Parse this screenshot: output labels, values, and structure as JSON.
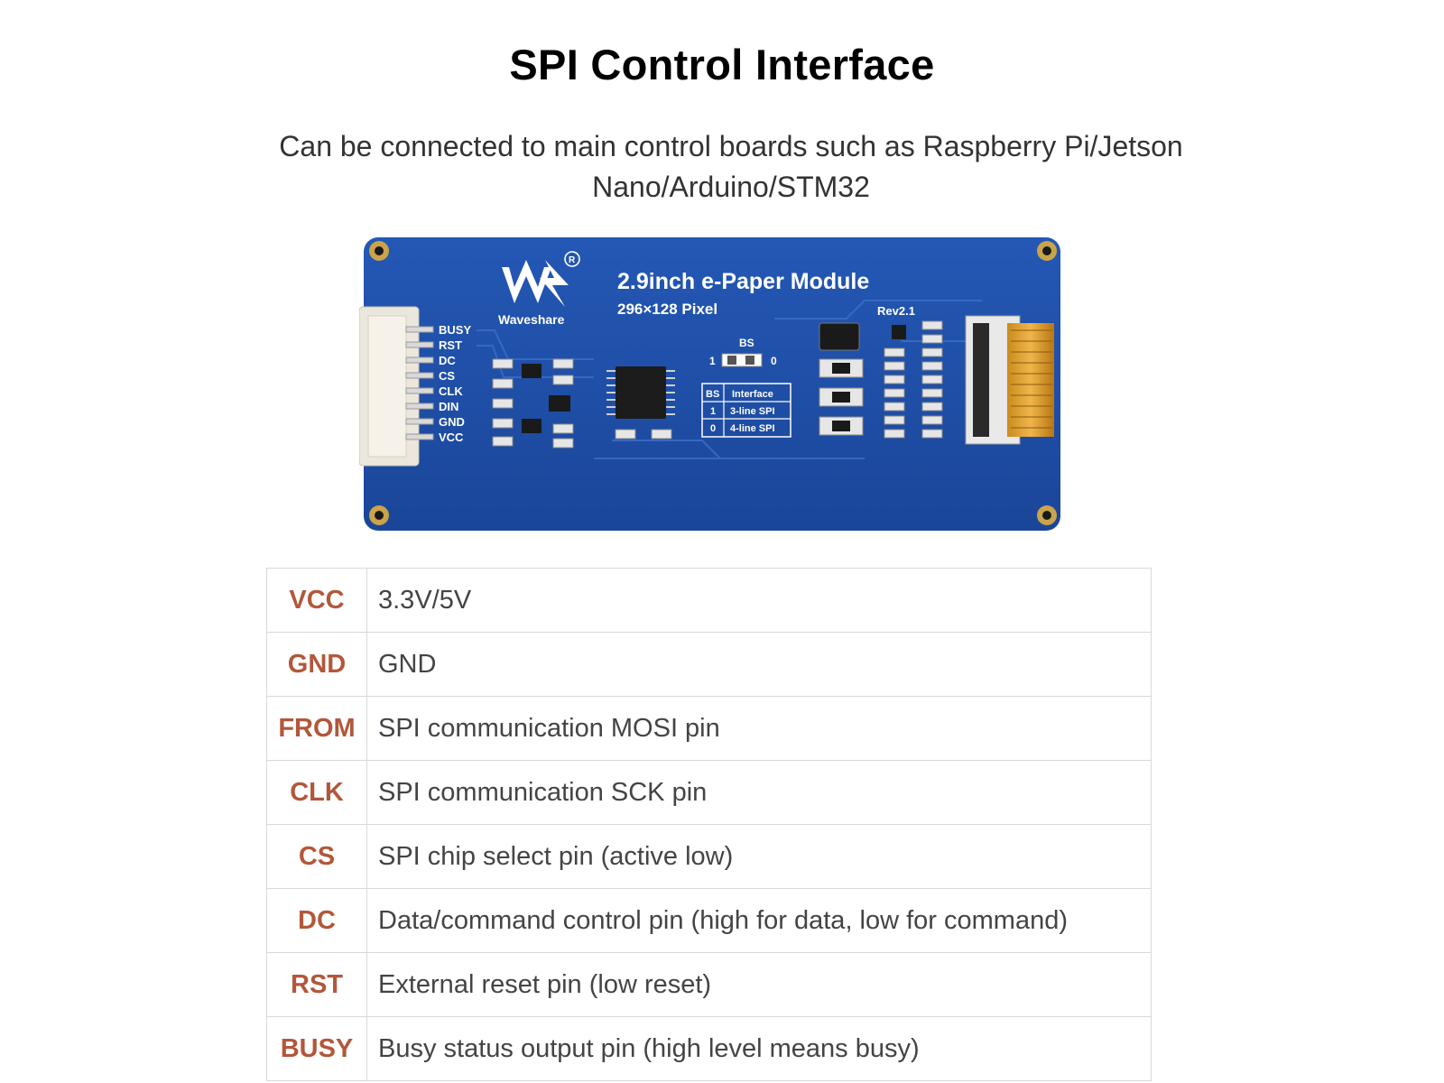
{
  "header": {
    "title": "SPI Control Interface",
    "subtitle": "Can be connected to main control boards such as Raspberry Pi/Jetson Nano/Arduino/STM32"
  },
  "board": {
    "brand": "Waveshare",
    "registered_mark": "R",
    "product_title": "2.9inch e-Paper Module",
    "resolution": "296×128 Pixel",
    "revision": "Rev2.1",
    "pin_labels": [
      "BUSY",
      "RST",
      "DC",
      "CS",
      "CLK",
      "DIN",
      "GND",
      "VCC"
    ],
    "bs_label": "BS",
    "bs_left": "1",
    "bs_right": "0",
    "bs_table": {
      "header": [
        "BS",
        "Interface"
      ],
      "rows": [
        [
          "1",
          "3-line SPI"
        ],
        [
          "0",
          "4-line SPI"
        ]
      ]
    },
    "pcb_color": "#1d4fa8"
  },
  "pins": [
    {
      "name": "VCC",
      "desc": "3.3V/5V"
    },
    {
      "name": "GND",
      "desc": "GND"
    },
    {
      "name": "FROM",
      "desc": "SPI communication MOSI pin"
    },
    {
      "name": "CLK",
      "desc": "SPI communication SCK pin"
    },
    {
      "name": "CS",
      "desc": "SPI chip select pin (active low)"
    },
    {
      "name": "DC",
      "desc": "Data/command control pin (high for data, low for command)"
    },
    {
      "name": "RST",
      "desc": "External reset pin (low reset)"
    },
    {
      "name": "BUSY",
      "desc": "Busy status output pin (high level means busy)"
    }
  ],
  "colors": {
    "pin_name": "#b2573b",
    "text": "#444444",
    "border": "#d9d9d9"
  }
}
